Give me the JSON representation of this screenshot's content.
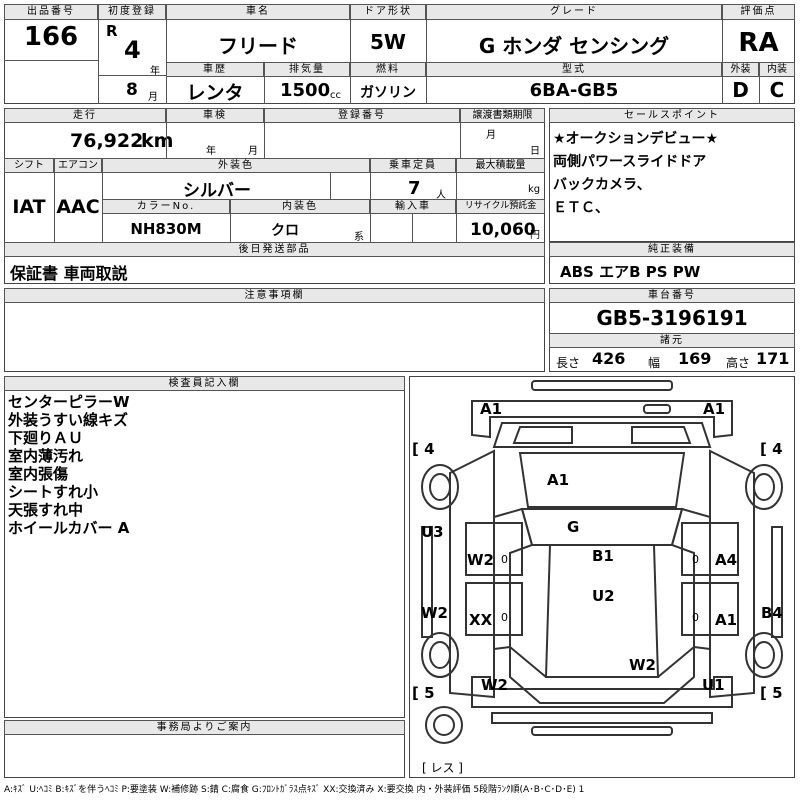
{
  "header": {
    "lot_no_label": "出品番号",
    "lot_no": "166",
    "first_reg_label": "初度登録",
    "era": "R",
    "year": "4",
    "year_unit": "年",
    "month": "8",
    "month_unit": "月",
    "model_label": "車名",
    "model": "フリード",
    "door_label": "ドア形状",
    "door": "5W",
    "grade_label": "グレード",
    "grade": "G ホンダ センシング",
    "score_label": "評価点",
    "score": "RA",
    "history_label": "車歴",
    "history": "レンタ",
    "displacement_label": "排気量",
    "displacement": "1500",
    "displacement_unit": "cc",
    "fuel_label": "燃料",
    "fuel": "ガソリン",
    "type_label": "型式",
    "type": "6BA-GB5",
    "exterior_label": "外装",
    "exterior_grade": "D",
    "interior_label": "内装",
    "interior_grade": "C"
  },
  "mid": {
    "mileage_label": "走行",
    "mileage": "76,922",
    "mileage_unit": "km",
    "inspection_label": "車検",
    "inspection_year_unit": "年",
    "inspection_month_unit": "月",
    "reg_no_label": "登録番号",
    "transfer_label": "譲渡書類期限",
    "transfer_month_unit": "月",
    "transfer_day_unit": "日",
    "shift_label": "シフト",
    "shift": "IAT",
    "ac_label": "エアコン",
    "ac": "AAC",
    "ext_color_label": "外装色",
    "ext_color": "シルバー",
    "capacity_label": "乗車定員",
    "capacity": "7",
    "capacity_unit": "人",
    "max_load_label": "最大積載量",
    "max_load_unit": "kg",
    "color_no_label": "カラーNo.",
    "color_no": "NH830M",
    "int_color_label": "内装色",
    "int_color": "クロ",
    "int_color_unit": "系",
    "import_label": "輸入車",
    "recycle_label": "リサイクル預託金",
    "recycle": "10,060",
    "recycle_unit": "円",
    "later_parts_label": "後日発送部品",
    "later_parts": "保証書 車両取説",
    "caution_label": "注意事項欄"
  },
  "sales": {
    "label": "セールスポイント",
    "lines": [
      "★オークションデビュー★",
      "両側パワースライドドア",
      "バックカメラ、",
      "ＥＴＣ、"
    ]
  },
  "equipment": {
    "label": "純正装備",
    "value": "ABS エアB PS PW"
  },
  "chassis": {
    "label": "車台番号",
    "value": "GB5-3196191",
    "spec_label": "諸元",
    "length_label": "長さ",
    "length": "426",
    "width_label": "幅",
    "width": "169",
    "height_label": "高さ",
    "height": "171"
  },
  "inspector": {
    "label": "検査員記入欄",
    "notes": [
      "センターピラーW",
      "外装うすい線キズ",
      "下廻りＡＵ",
      "室内薄汚れ",
      "室内張傷",
      "シートすれ小",
      "天張すれ中",
      "ホイールカバー A"
    ]
  },
  "office": {
    "label": "事務局よりご案内"
  },
  "diagram": {
    "front_left": "A1",
    "front_right": "A1",
    "tire_fl": "[ 4",
    "tire_fr": "[ 4",
    "tire_rl": "[ 5",
    "tire_rr": "[ 5",
    "hood": "A1",
    "windshield": "G",
    "roof_front": "B1",
    "roof_rear": "U2",
    "left_fender": "U3",
    "left_front_door": "W2",
    "left_rear_door": "W2",
    "left_rear_quarter": "XX",
    "left_bottom": "W2",
    "right_front_door": "A4",
    "right_rear_door": "A1",
    "right_quarter": "B4",
    "rear_glass": "W2",
    "right_bottom": "U1",
    "small_left_1": "0",
    "small_left_2": "0",
    "small_right_1": "0",
    "small_right_2": "0",
    "spare": "[ レス ]"
  },
  "legend": "A:ｷｽﾞ U:ﾍｺﾐ B:ｷｽﾞを伴うﾍｺﾐ P:要塗装 W:補修跡 S:錆 C:腐食 G:ﾌﾛﾝﾄｶﾞﾗｽ点ｷｽﾞ XX:交換済み X:要交換 内・外装評価 5段階ﾗﾝｸ順(A･B･C･D･E) 1"
}
